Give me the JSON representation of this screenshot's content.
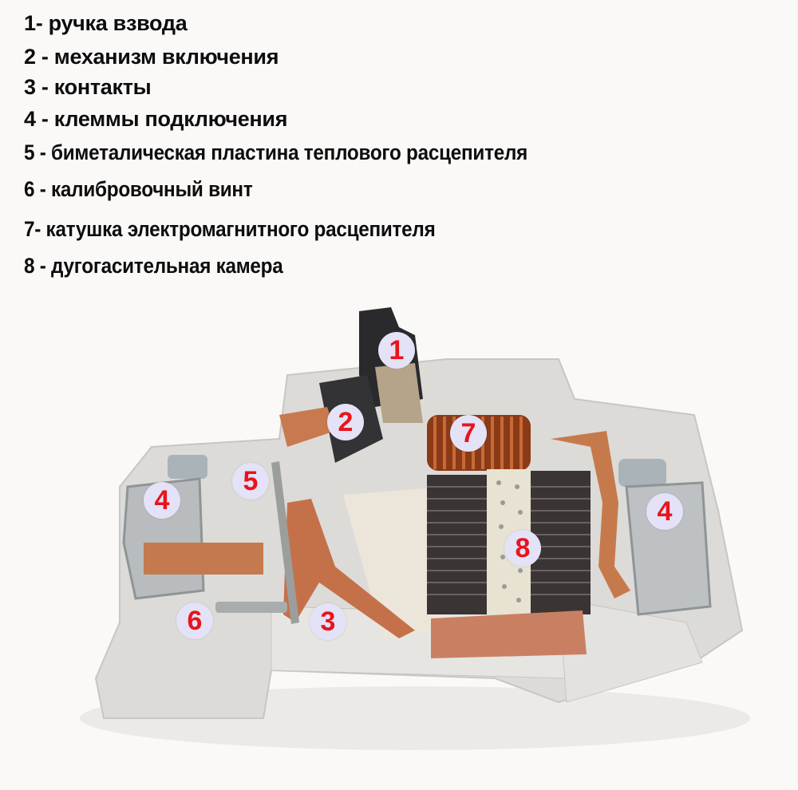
{
  "legend": {
    "items": [
      {
        "number": "1",
        "text": "1- ручка взвода"
      },
      {
        "number": "2",
        "text": "2 - механизм включения"
      },
      {
        "number": "3",
        "text": "3 - контакты"
      },
      {
        "number": "4",
        "text": "4 - клеммы подключения"
      },
      {
        "number": "5",
        "text": "5 - биметалическая пластина теплового расцепителя"
      },
      {
        "number": "6",
        "text": "6 - калибровочный винт"
      },
      {
        "number": "7",
        "text": "7- катушка электромагнитного расцепителя"
      },
      {
        "number": "8",
        "text": "8 - дугогасительная камера"
      }
    ]
  },
  "photo": {
    "subject": "circuit-breaker-cutaway",
    "markers": [
      {
        "label": "1",
        "part": "ручка взвода"
      },
      {
        "label": "2",
        "part": "механизм включения"
      },
      {
        "label": "3",
        "part": "контакты"
      },
      {
        "label": "4",
        "part": "клеммы подключения (левая)"
      },
      {
        "label": "4",
        "part": "клеммы подключения (правая)"
      },
      {
        "label": "5",
        "part": "биметалическая пластина"
      },
      {
        "label": "6",
        "part": "калибровочный винт"
      },
      {
        "label": "7",
        "part": "катушка"
      },
      {
        "label": "8",
        "part": "дугогасительная камера"
      }
    ]
  },
  "colors": {
    "marker_fill": "#e4e2f6",
    "marker_text": "#e8141c",
    "legend_text": "#0d0d0d",
    "background": "#fbf9f8"
  }
}
